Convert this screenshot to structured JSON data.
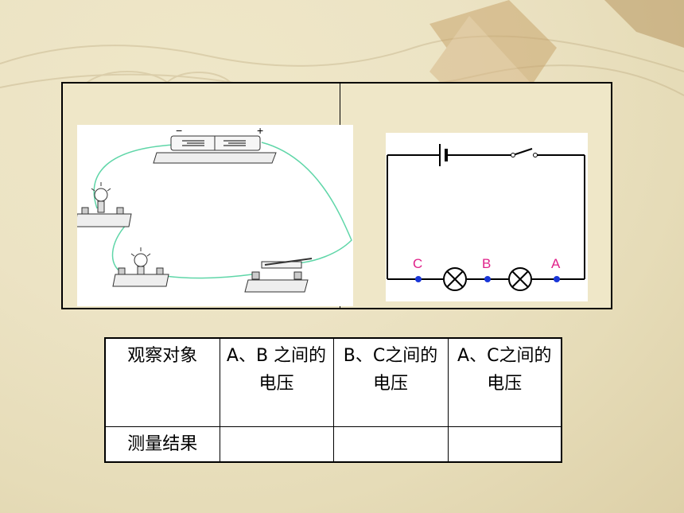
{
  "schematic": {
    "points": [
      {
        "id": "C",
        "label": "C"
      },
      {
        "id": "B",
        "label": "B"
      },
      {
        "id": "A",
        "label": "A"
      }
    ],
    "accent_color": "#e0218a",
    "node_color": "#1a37d8"
  },
  "photo": {
    "battery_minus": "−",
    "battery_plus": "+",
    "wire_color": "#5fd6a8"
  },
  "table": {
    "header": [
      "观察对象",
      "A、B 之间的电压",
      "B、C之间的电压",
      "A、C之间的电压"
    ],
    "row2_label": "测量结果",
    "row2_values": [
      "",
      "",
      ""
    ]
  }
}
